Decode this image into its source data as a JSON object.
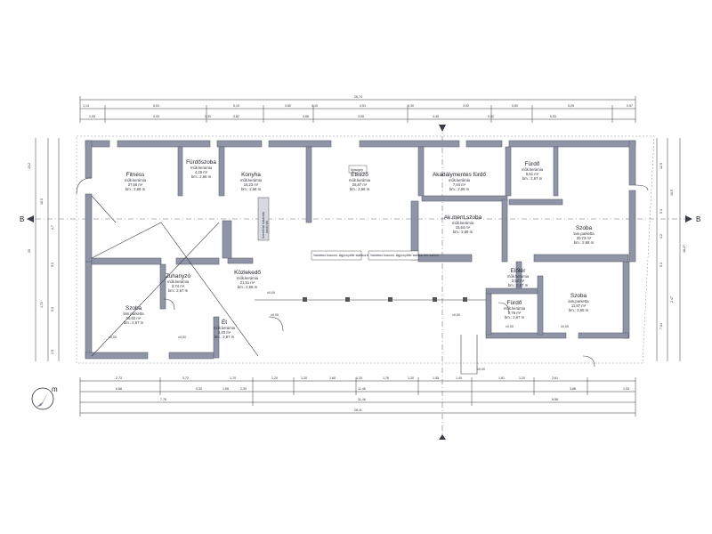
{
  "section_mark": "B",
  "north_mark": "m",
  "rooms": [
    {
      "id": "fitness",
      "name": "Fitness",
      "lines": [
        "műk.kerámia",
        "27,56 m²",
        "bm.: 2,66 m"
      ]
    },
    {
      "id": "furdoszoba",
      "name": "Fürdőszoba",
      "lines": [
        "műk.kerámia",
        "4,26 m²",
        "bm.: 2,66 m"
      ]
    },
    {
      "id": "konyha",
      "name": "Konyha",
      "lines": [
        "műk.kerámia",
        "18,23 m²",
        "bm.: 2,66 m"
      ]
    },
    {
      "id": "etkezo",
      "name": "Étkező",
      "lines": [
        "műk.kerámia",
        "25,87 m²",
        "bm.: 2,66 m"
      ]
    },
    {
      "id": "akadaly",
      "name": "Akadálymentes fürdő",
      "lines": [
        "műk.kerámia",
        "7,84 m²",
        "bm.: 2,66 m"
      ]
    },
    {
      "id": "furdo1",
      "name": "Fürdő",
      "lines": [
        "műk.kerámia",
        "5,61 m²",
        "bm.: 2,67 m"
      ]
    },
    {
      "id": "akmentszoba",
      "name": "Ak.ment.szoba",
      "lines": [
        "műk.kerámia",
        "15,64 m²",
        "bm.: 2,66 m"
      ]
    },
    {
      "id": "szoba_ne",
      "name": "Szoba",
      "lines": [
        "lam.parketta",
        "20,73 m²",
        "bm.: 2,66 m"
      ]
    },
    {
      "id": "zuhanyzo",
      "name": "Zuhanyzó",
      "lines": [
        "műk.kerámia",
        "3,74 m²",
        "bm.: 2,67 m"
      ]
    },
    {
      "id": "kozlekedo",
      "name": "Közlekedő",
      "lines": [
        "műk.kerámia",
        "21,51 m²",
        "bm.: 2,66 m"
      ]
    },
    {
      "id": "szoba_sw",
      "name": "Szoba",
      "lines": [
        "lam.parketta",
        "15,62 m²",
        "bm.: 2,67 m"
      ]
    },
    {
      "id": "et",
      "name": "Ét",
      "lines": [
        "műk.kerámia",
        "4,40 m²",
        "bm.: 2,67 m"
      ]
    },
    {
      "id": "eloter",
      "name": "Előtér",
      "lines": [
        "műk.kerámia",
        "2,52 m²",
        "bm.: 2,67 m"
      ]
    },
    {
      "id": "furdo2",
      "name": "Fürdő",
      "lines": [
        "műk.kerámia",
        "2,76 m²",
        "bm.: 2,67 m"
      ]
    },
    {
      "id": "szoba_se",
      "name": "Szoba",
      "lines": [
        "lam.parketta",
        "11,87 m²",
        "bm.: 2,65 m"
      ]
    }
  ],
  "annotations": {
    "mosogatogep": "Mosógép",
    "stair_note_1": "Szerelt fal kialakítás",
    "stair_note_2": "tarolo stb",
    "beam_note_1": "Vasbeton koszorú. lágyva pillér statikus terv szerint",
    "beam_note_2": "Vasbeton koszorú. lágyva pillér statikus terv szerint",
    "level_marks": [
      "±0,00",
      "±0,00",
      "±0,00",
      "±0,00",
      "±0,00",
      "±0,00",
      "±0,00",
      "±0,00"
    ]
  },
  "dimensions": {
    "top_total": "26,74",
    "top_row1": [
      "1,14",
      "6,51",
      "5,10",
      "3,80",
      "0,10",
      "4,51",
      "0,30",
      "3,92",
      "0,60",
      "5,25",
      "0,57"
    ],
    "top_row2": [
      "1,05",
      "4,00",
      "0,30",
      "3,82",
      "3,66",
      "3,08",
      "4,45",
      "0,32",
      "6,53"
    ],
    "bottom_row1": [
      "2,73",
      "3,72",
      "1,70",
      "1,20",
      "1,20",
      "1,60",
      "1,20",
      "1,76",
      "1,20",
      "1,55",
      "1,40",
      "1,61",
      "1,20",
      "2,61"
    ],
    "bottom_row2": [
      "6,88",
      "0,30",
      "1,08",
      "2,30",
      "11,46",
      "3,88",
      "1,05"
    ],
    "bottom_row3": [
      "7,76",
      "11,46",
      "6,58"
    ],
    "bottom_total": "26,11",
    "left_side": [
      "13,2",
      "10,5",
      "2,7",
      "25",
      "5,3",
      "4,72",
      "5,3",
      "2,5"
    ],
    "right_side": [
      "12,5",
      "10,5",
      "5,3",
      "4,2",
      "18,27",
      "5,3",
      "2,47",
      "7,04"
    ]
  }
}
